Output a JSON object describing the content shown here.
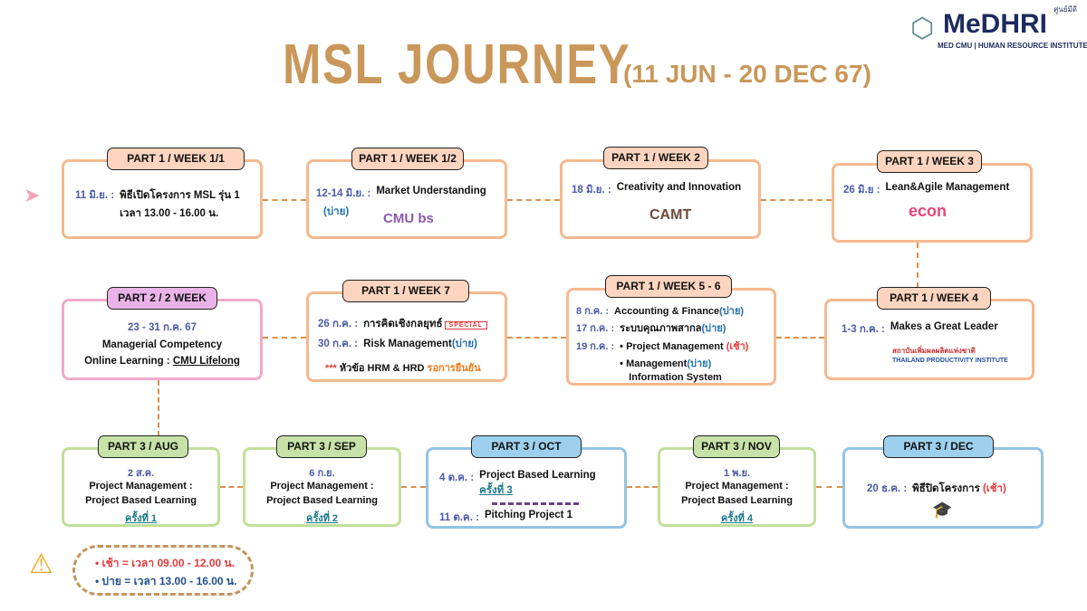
{
  "header": {
    "title": "MSL JOURNEY",
    "range": "(11 JUN  - 20 DEC 67)"
  },
  "logo": {
    "name": "MeDHRI",
    "subtitle": "MED CMU | HUMAN RESOURCE INSTITUTE",
    "thai": "ศูนย์มีดี"
  },
  "cards": {
    "w11": {
      "tag": "PART 1 / WEEK 1/1",
      "date": "11 มิ.ย. :",
      "line1": "พิธีเปิดโครงการ MSL รุ่น 1",
      "line2": "เวลา 13.00 - 16.00 น."
    },
    "w12": {
      "tag": "PART 1 / WEEK 1/2",
      "date": "12-14 มิ.ย. :",
      "topic": "Market Understanding",
      "session": "(บ่าย)",
      "logo": "CMU bs"
    },
    "w2": {
      "tag": "PART 1 / WEEK 2",
      "date": "18 มิ.ย. :",
      "topic": "Creativity and Innovation",
      "logo": "CAMT"
    },
    "w3": {
      "tag": "PART 1 / WEEK 3",
      "date": "26 มิ.ย :",
      "topic": "Lean&Agile Management",
      "logo": "econ"
    },
    "p2": {
      "tag": "PART 2 / 2 WEEK",
      "date": "23 - 31 ก.ค. 67",
      "line1": "Managerial Competency",
      "line2": "Online Learning : ",
      "link": "CMU Lifelong"
    },
    "w7": {
      "tag": "PART 1 / WEEK 7",
      "date1": "26 ก.ค. :",
      "topic1": "การคิดเชิงกลยุทธ์",
      "special": "SPECIAL",
      "date2": "30 ก.ค. :",
      "topic2": "Risk Management",
      "session2": "(บ่าย)",
      "note_star": "***",
      "note": "หัวข้อ HRM & HRD",
      "note_status": "รอการยืนยัน"
    },
    "w56": {
      "tag": "PART 1 / WEEK 5 - 6",
      "date1": "8 ก.ค. :",
      "topic1": "Accounting & Finance",
      "s1": "(บ่าย)",
      "date2": "17 ก.ค. :",
      "topic2": "ระบบคุณภาพสากล",
      "s2": "(บ่าย)",
      "date3": "19 ก.ค. :",
      "topic3a": "Project Management",
      "s3a": "(เช้า)",
      "topic3b": "Management",
      "s3b": "(บ่าย)",
      "topic3b2": "Information System"
    },
    "w4": {
      "tag": "PART 1 / WEEK 4",
      "date": "1-3 ก.ค. :",
      "topic": "Makes a Great Leader",
      "logo_th": "สถาบันเพิ่มผลผลิตแห่งชาติ",
      "logo_en": "THAILAND PRODUCTIVITY INSTITUTE"
    },
    "aug": {
      "tag": "PART 3 / AUG",
      "date": "2 ส.ค.",
      "line1": "Project Management :",
      "line2": "Project Based Learning",
      "link": "ครั้งที่ 1"
    },
    "sep": {
      "tag": "PART 3 / SEP",
      "date": "6 ก.ย.",
      "line1": "Project Management :",
      "line2": "Project Based Learning",
      "link": "ครั้งที่ 2"
    },
    "oct": {
      "tag": "PART 3 / OCT",
      "date1": "4 ต.ค.  :",
      "topic1": "Project Based Learning",
      "link": "ครั้งที่ 3",
      "date2": "11 ต.ค. :",
      "topic2": "Pitching Project 1"
    },
    "nov": {
      "tag": "PART 3 / NOV",
      "date": "1 พ.ย.",
      "line1": "Project Management :",
      "line2": "Project Based Learning",
      "link": "ครั้งที่ 4"
    },
    "dec": {
      "tag": "PART 3 / DEC",
      "date": "20 ธ.ค. :",
      "topic": "พิธีปิดโครงการ",
      "session": "(เช้า)"
    }
  },
  "legend": {
    "morning": "เช้า = เวลา 09.00 - 12.00 น.",
    "afternoon": "บ่าย = เวลา 13.00 - 16.00 น."
  },
  "colors": {
    "title": "#c9975a",
    "date": "#4a5aa8",
    "afternoon": "#1f6fb2",
    "morning": "#e53a3a"
  }
}
